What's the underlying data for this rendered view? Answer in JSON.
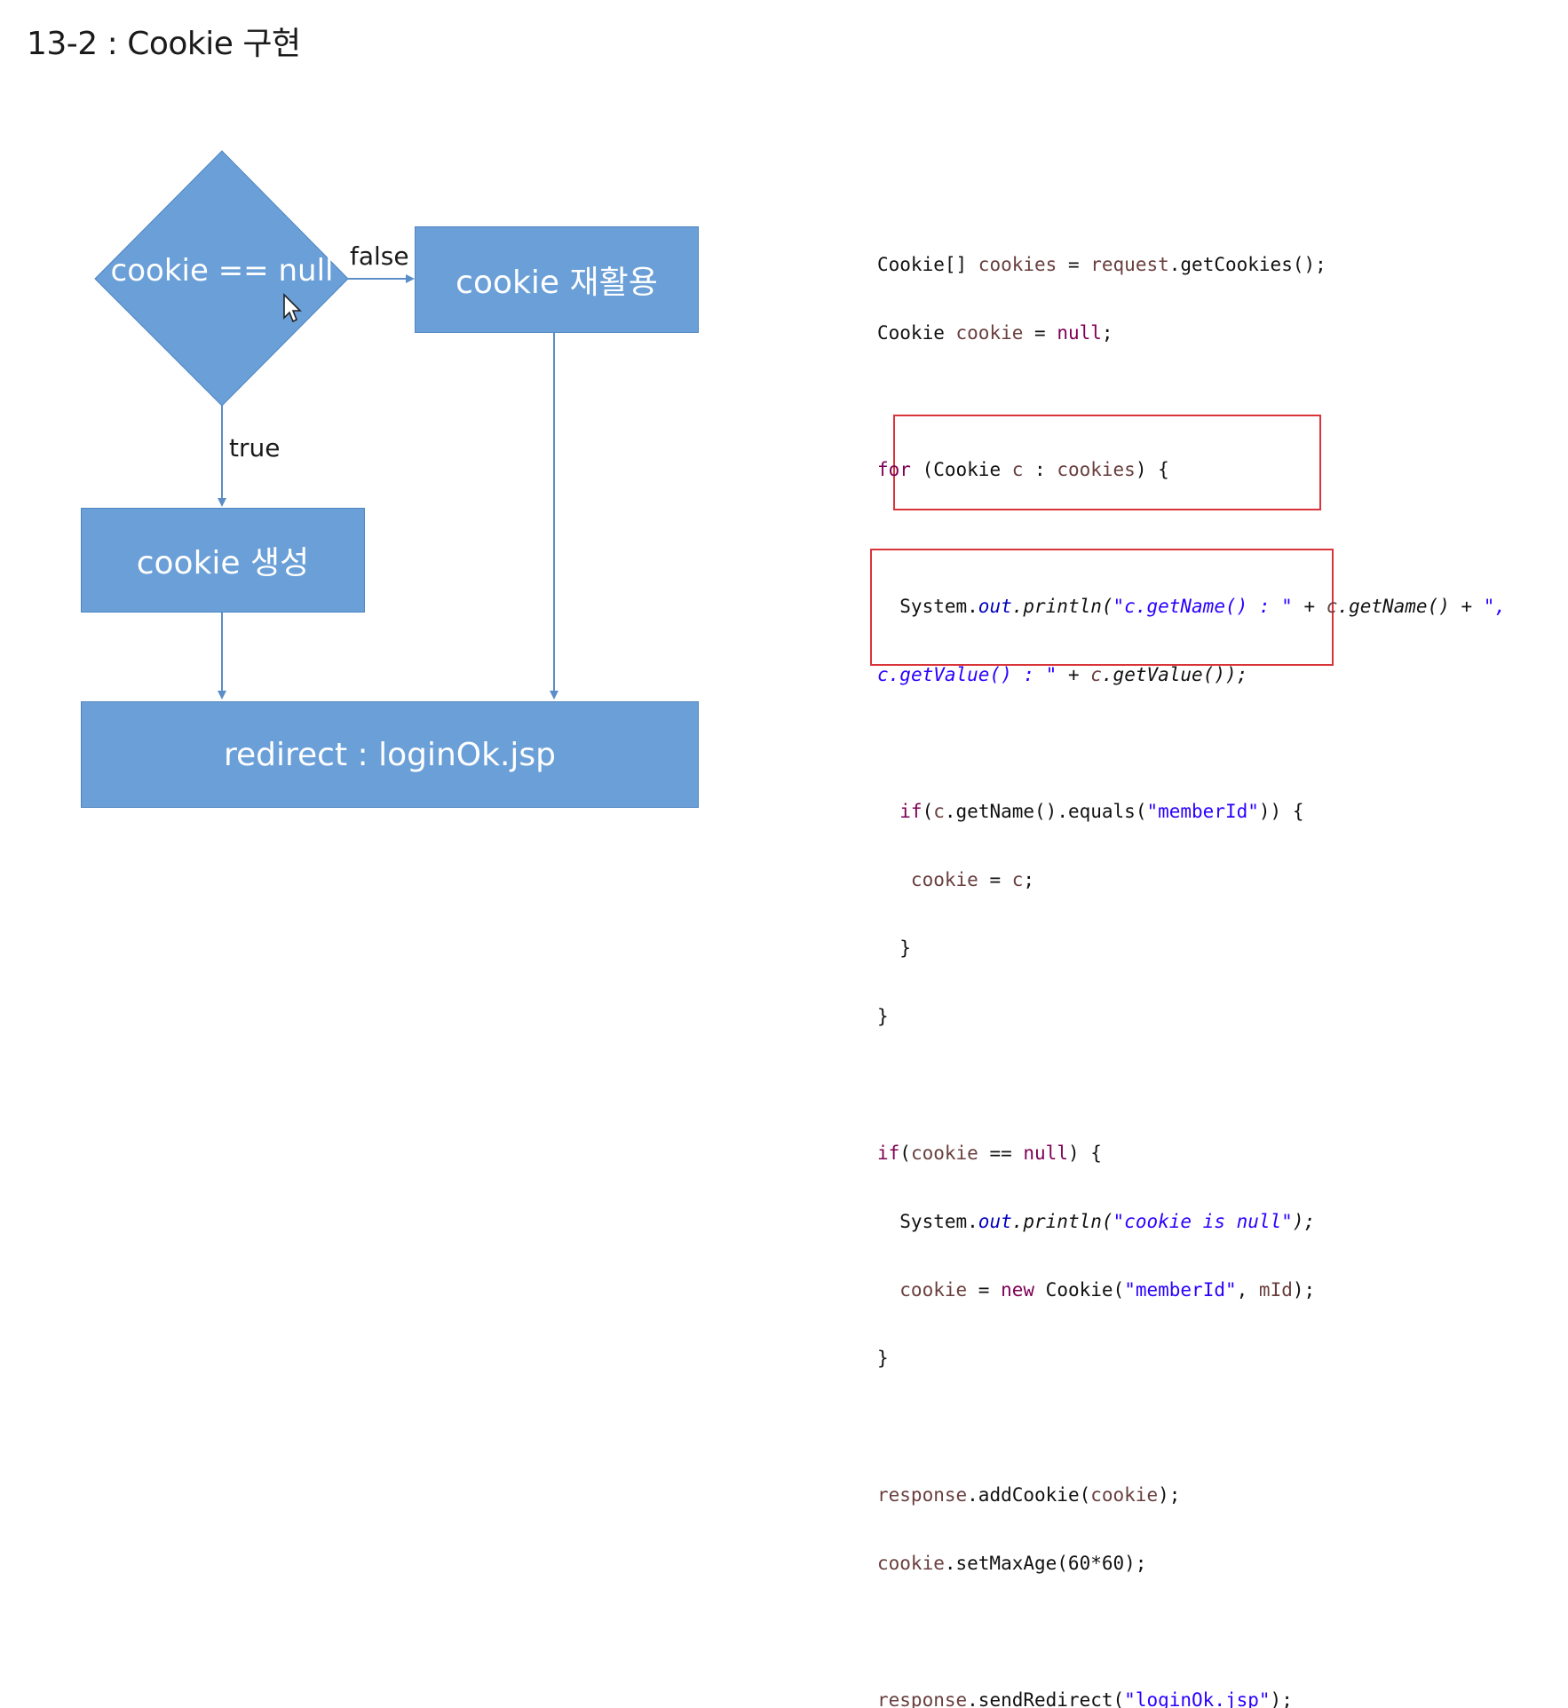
{
  "title": "13-2 : Cookie 구현",
  "diagram": {
    "decision": "cookie == null",
    "edge_false": "false",
    "edge_true": "true",
    "box_reuse": "cookie 재활용",
    "box_create": "cookie 생성",
    "box_redirect": "redirect : loginOk.jsp"
  },
  "code": {
    "l1": [
      "Cookie[] ",
      "cookies",
      " = ",
      "request",
      ".getCookies();"
    ],
    "l2": [
      "Cookie ",
      "cookie",
      " = ",
      "null",
      ";"
    ],
    "l3": [
      "for",
      " (Cookie ",
      "c",
      " : ",
      "cookies",
      ") {"
    ],
    "l4": [
      "  System.",
      "out",
      ".println(",
      "\"c.getName() : \"",
      " + ",
      "c",
      ".getName() + ",
      "\","
    ],
    "l5": [
      "c",
      ".getValue() : \"",
      " + ",
      "c",
      ".getValue());"
    ],
    "l6": [
      "  if",
      "(",
      "c",
      ".getName().equals(",
      "\"memberId\"",
      ")) {"
    ],
    "l7": [
      "   cookie",
      " = ",
      "c",
      ";"
    ],
    "l8": [
      "  }"
    ],
    "l9": [
      "}"
    ],
    "l10": [
      "if",
      "(",
      "cookie",
      " == ",
      "null",
      ") {"
    ],
    "l11": [
      "  System.",
      "out",
      ".println(",
      "\"cookie is null\"",
      ");"
    ],
    "l12": [
      "  cookie",
      " = ",
      "new",
      " Cookie(",
      "\"memberId\"",
      ", ",
      "mId",
      ");"
    ],
    "l13": [
      "}"
    ],
    "l14": [
      "response",
      ".addCookie(",
      "cookie",
      ");"
    ],
    "l15": [
      "cookie",
      ".setMaxAge(60*60);"
    ],
    "l16": [
      "response",
      ".sendRedirect(",
      "\"loginOk.jsp\"",
      ");"
    ]
  }
}
